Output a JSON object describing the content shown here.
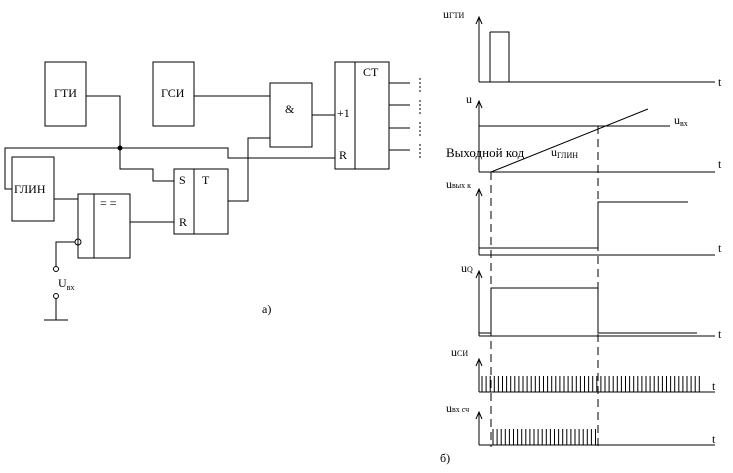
{
  "circuit": {
    "gti_label": "ГТИ",
    "gsi_label": "ГСИ",
    "and_label": "&",
    "counter_title": "СТ",
    "counter_plus": "+1",
    "counter_reset": "R",
    "glin_label": "ГЛИН",
    "comparator_label": "= =",
    "flipflop_s": "S",
    "flipflop_t": "T",
    "flipflop_r": "R",
    "input_main": "U",
    "input_sub": "вх",
    "output_label": "Выходной код",
    "caption": "а)"
  },
  "timing": {
    "caption": "б)",
    "t_label": "t",
    "plots": [
      {
        "main": "u",
        "sub": "ГТИ"
      },
      {
        "main": "u",
        "sub": ""
      },
      {
        "main": "u",
        "sub": "вых к"
      },
      {
        "main": "u",
        "sub": "Q"
      },
      {
        "main": "u",
        "sub": "СИ"
      },
      {
        "main": "u",
        "sub": "вх сч"
      }
    ],
    "uvx_main": "u",
    "uvx_sub": "вх",
    "uglin_main": "u",
    "uglin_sub": "ГЛИН"
  }
}
